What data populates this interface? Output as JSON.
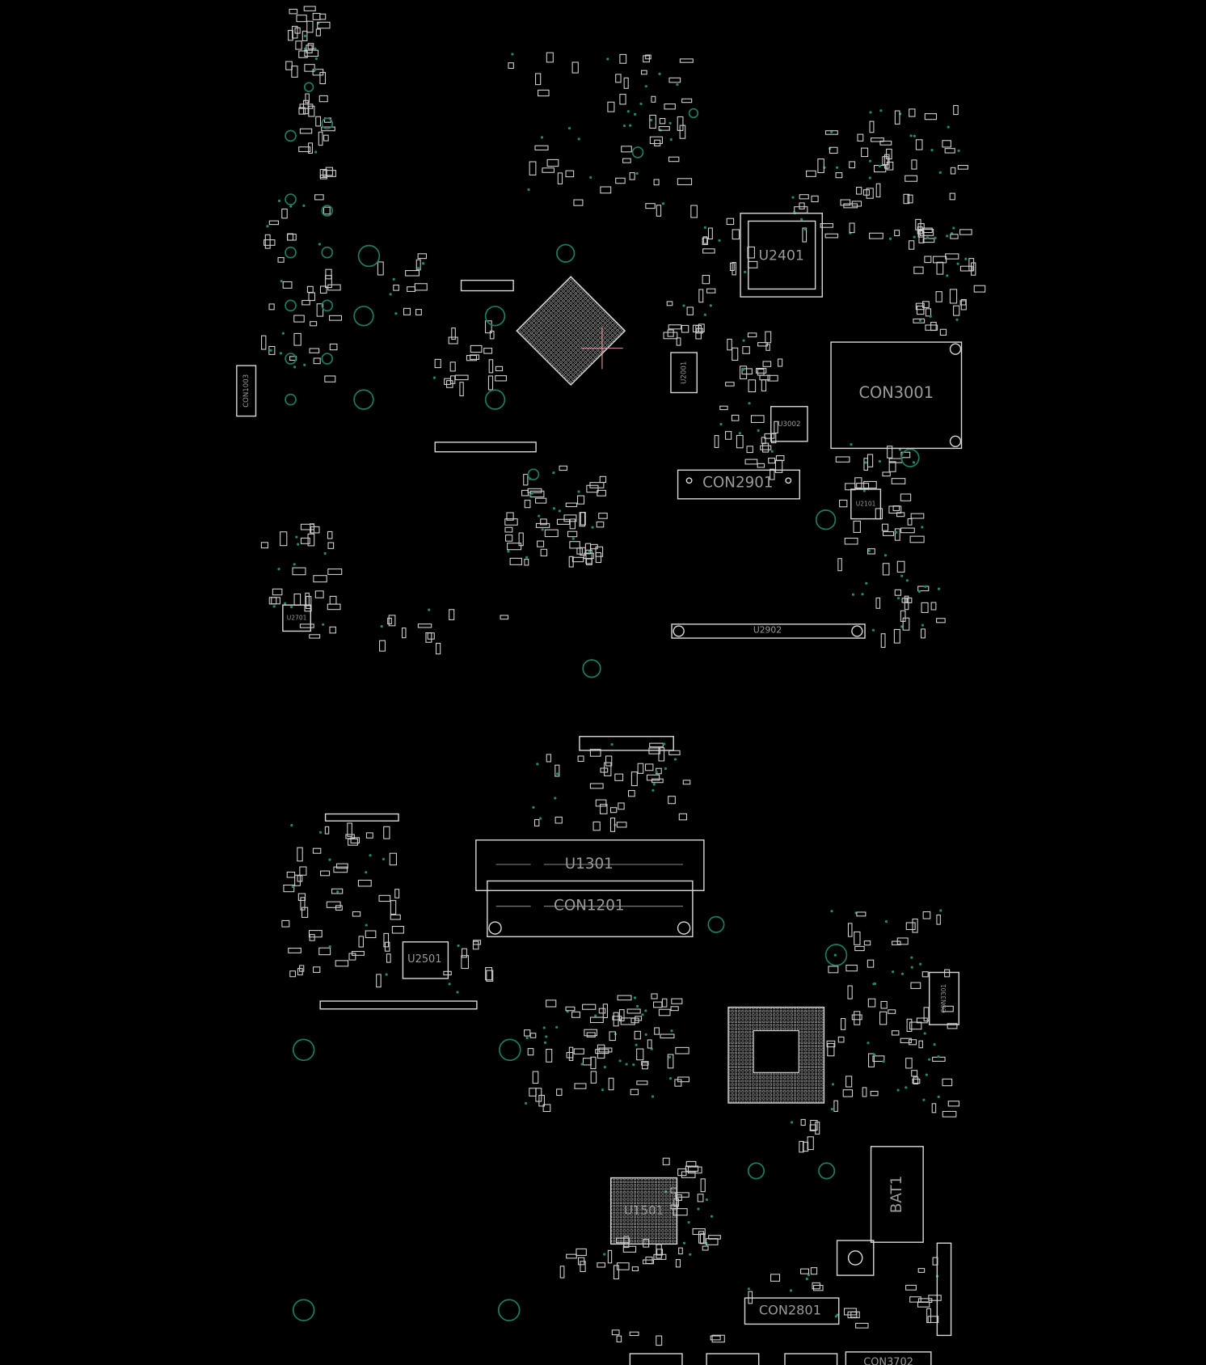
{
  "colors": {
    "background": "#000000",
    "outline": "#d8d8d8",
    "via": "#1f7a63",
    "label": "#9a9a9a",
    "marker": "#e0a0a0"
  },
  "components": {
    "u2401": "U2401",
    "con3001": "CON3001",
    "con2901": "CON2901",
    "u2902": "U2902",
    "u2001": "U2001",
    "u3002": "U3002",
    "u2101": "U2101",
    "u2701": "U2701",
    "con1003": "CON1003",
    "u1301": "U1301",
    "con1201": "CON1201",
    "u2501": "U2501",
    "u1501": "U1501",
    "bat1": "BAT1",
    "con2801": "CON2801",
    "con3702": "CON3702",
    "con3301": "CON3301"
  }
}
